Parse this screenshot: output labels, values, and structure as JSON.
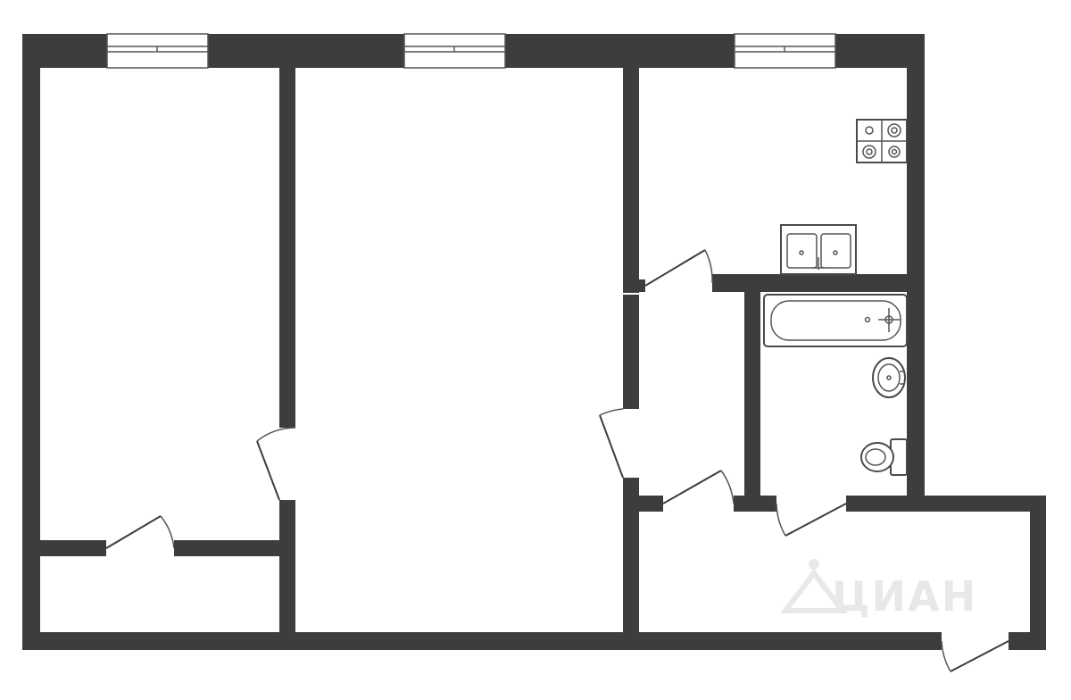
{
  "floorplan": {
    "wall_color": "#3d3d3d",
    "background_color": "#ffffff",
    "watermark": {
      "text": "ЦИАН",
      "icon": "cian-logo-icon",
      "color": "#e6e6e6"
    },
    "rooms": [
      "room-left",
      "small-storage",
      "living-room",
      "kitchen",
      "bathroom",
      "hall-corridor"
    ],
    "fixtures": [
      "stove-icon",
      "double-sink-icon",
      "bathtub-icon",
      "washbasin-icon",
      "toilet-icon"
    ]
  }
}
